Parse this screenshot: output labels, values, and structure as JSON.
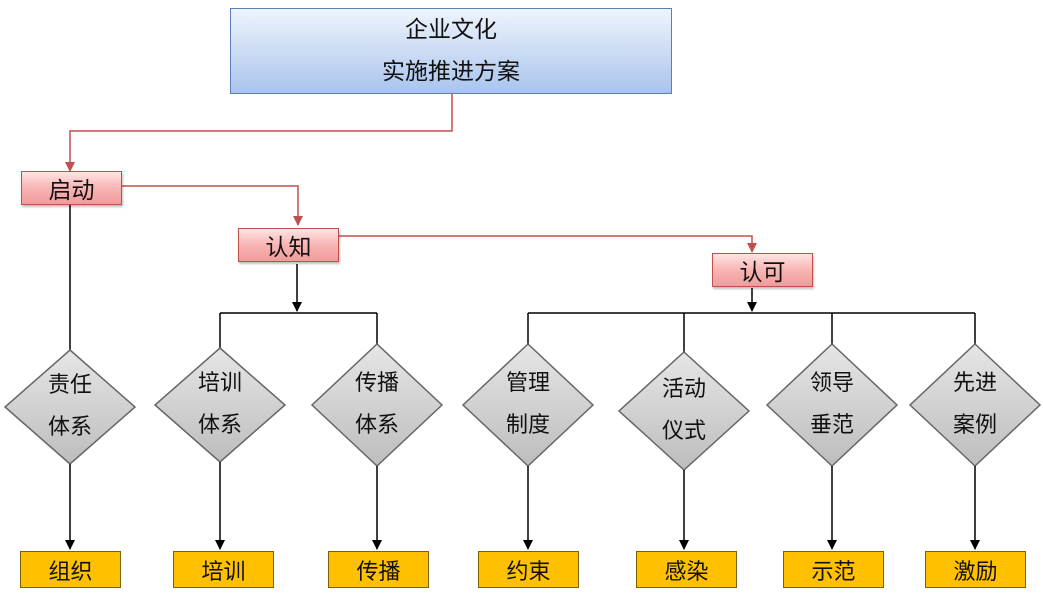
{
  "title": {
    "line1": "企业文化",
    "line2": "实施推进方案"
  },
  "stages": {
    "start": "启动",
    "cognition": "认知",
    "recognition": "认可"
  },
  "diamonds": [
    {
      "line1": "责任",
      "line2": "体系"
    },
    {
      "line1": "培训",
      "line2": "体系"
    },
    {
      "line1": "传播",
      "line2": "体系"
    },
    {
      "line1": "管理",
      "line2": "制度"
    },
    {
      "line1": "活动",
      "line2": "仪式"
    },
    {
      "line1": "领导",
      "line2": "垂范"
    },
    {
      "line1": "先进",
      "line2": "案例"
    }
  ],
  "outputs": [
    "组织",
    "培训",
    "传播",
    "约束",
    "感染",
    "示范",
    "激励"
  ],
  "colors": {
    "title_fill": "#c9daf4",
    "stage_fill": "#f8b4b4",
    "diamond_fill": "#cccccc",
    "output_fill": "#ffc000",
    "connector_red": "#c0504d"
  }
}
